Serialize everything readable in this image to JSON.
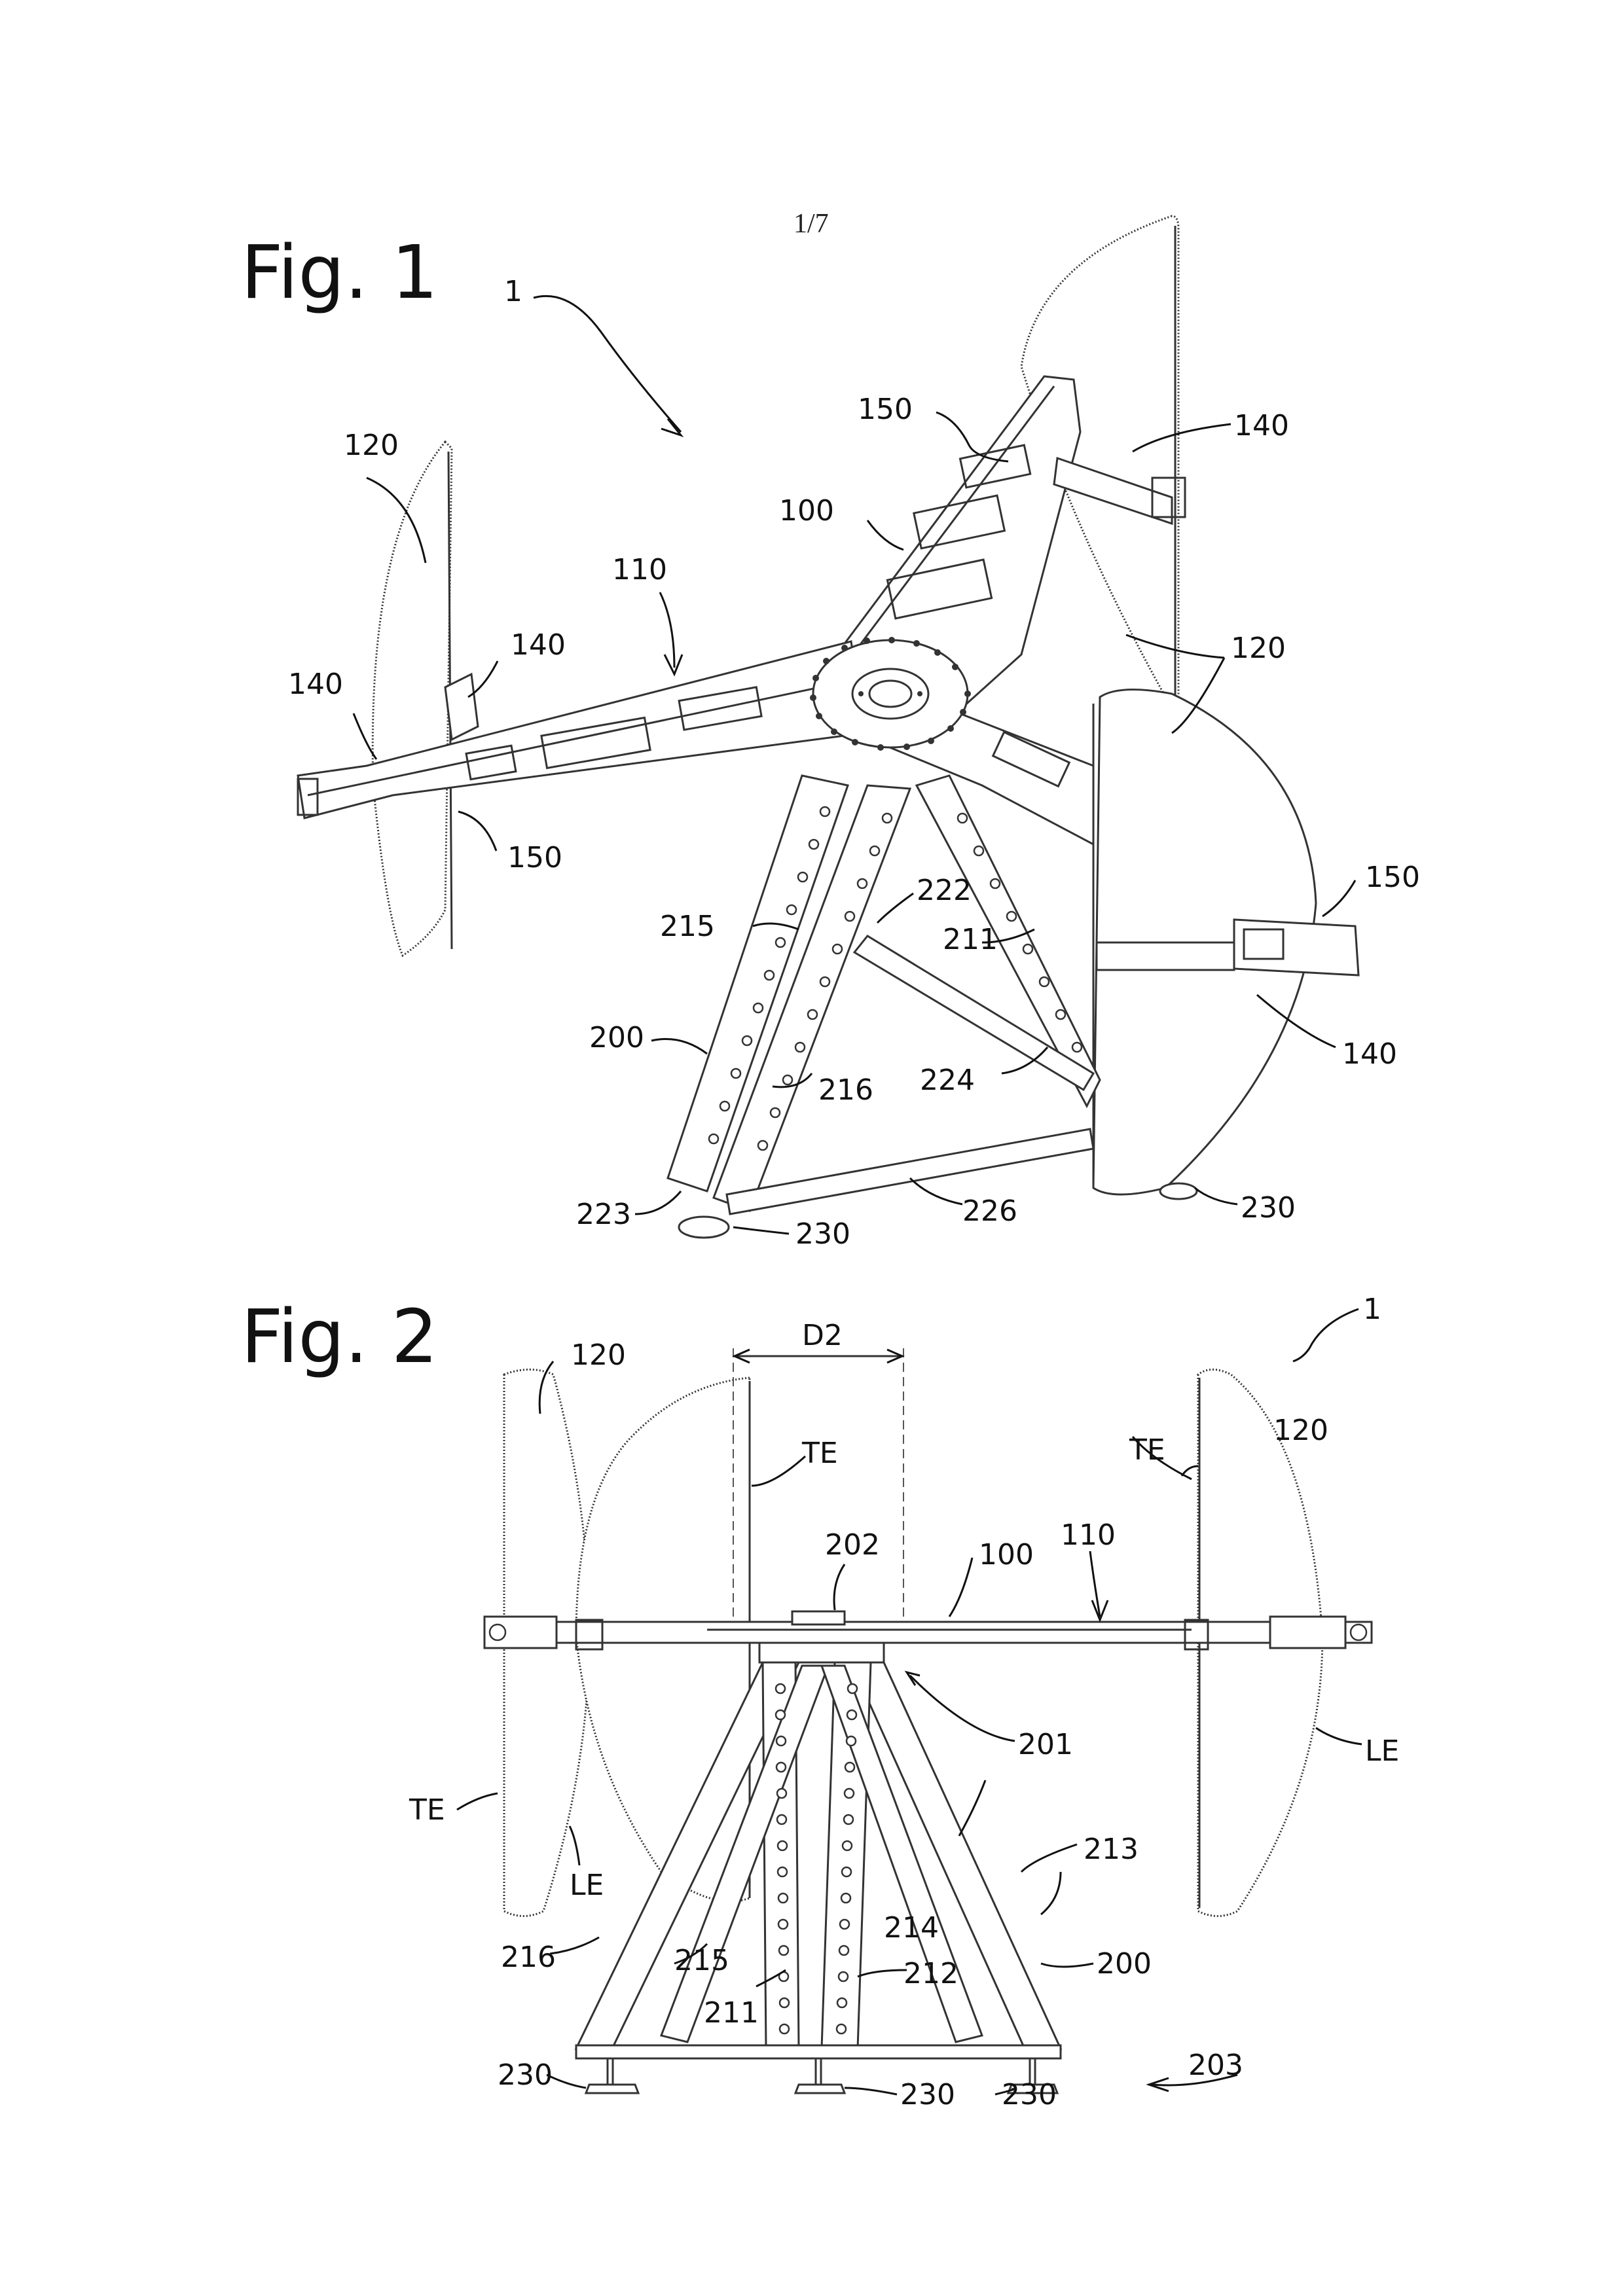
{
  "page_number": "1/7",
  "figures": [
    {
      "title": "Fig. 1",
      "labels": {
        "assembly": "1",
        "hub": "100",
        "arm": "110",
        "blade_left": "120",
        "blade_right": "120",
        "strut_left_a": "140",
        "strut_left_b": "140",
        "strut_top": "140",
        "strut_right": "140",
        "bracket_top": "150",
        "bracket_left": "150",
        "bracket_right": "150",
        "leg_front": "200",
        "leg_back": "211",
        "brace_a": "215",
        "brace_b": "216",
        "joint_upper": "222",
        "joint_lower": "223",
        "cross_member": "224",
        "base_member": "226",
        "foot_left": "230",
        "foot_right": "230"
      }
    },
    {
      "title": "Fig. 2",
      "labels": {
        "assembly": "1",
        "distance": "D2",
        "blade_left": "120",
        "blade_right": "120",
        "trailing_edge_mid": "TE",
        "trailing_edge_right": "TE",
        "trailing_edge_left": "TE",
        "leading_edge_left": "LE",
        "leading_edge_right": "LE",
        "top_plate": "202",
        "hub": "100",
        "arm": "110",
        "center": "201",
        "leg_a": "211",
        "leg_b": "212",
        "leg_c": "213",
        "leg_d": "214",
        "leg_e": "215",
        "leg_f": "216",
        "frame": "200",
        "base": "203",
        "foot_left": "230",
        "foot_mid": "230",
        "foot_right": "230"
      }
    }
  ]
}
